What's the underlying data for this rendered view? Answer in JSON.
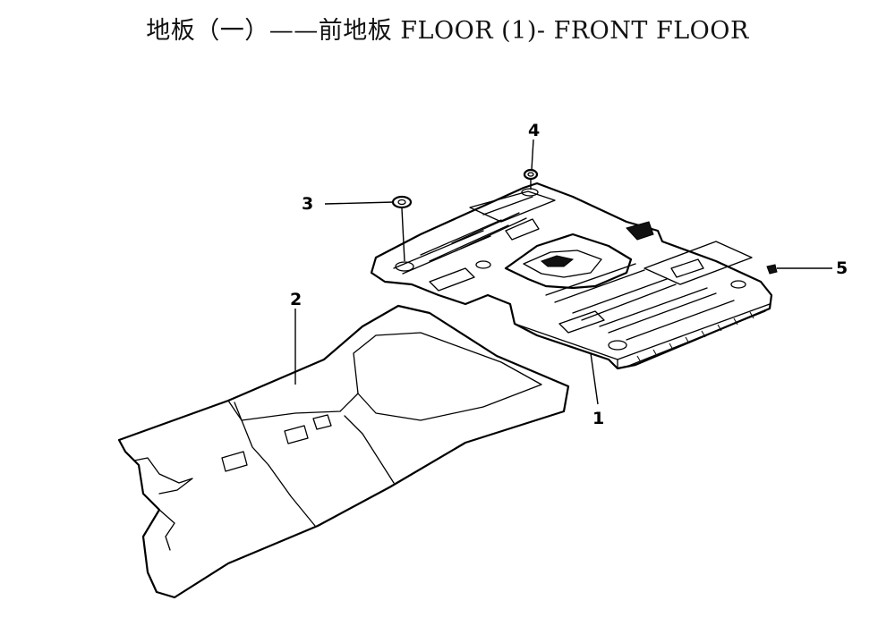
{
  "title": "地板（一）——前地板 FLOOR (1)- FRONT FLOOR",
  "callouts": [
    {
      "id": "1",
      "label": "1"
    },
    {
      "id": "2",
      "label": "2"
    },
    {
      "id": "3",
      "label": "3"
    },
    {
      "id": "4",
      "label": "4"
    },
    {
      "id": "5",
      "label": "5"
    }
  ],
  "colors": {
    "line": "#000000",
    "background": "#ffffff"
  }
}
